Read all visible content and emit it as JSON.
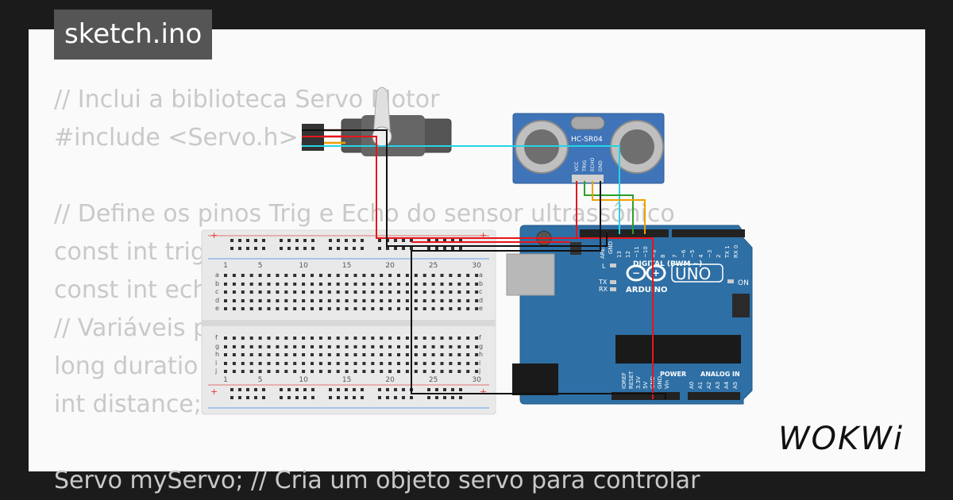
{
  "title": "sketch.ino",
  "code_lines": [
    "// Inclui a biblioteca Servo Motor",
    "#include <Servo.h>.",
    "",
    "// Define os pinos Trig e Echo do sensor ultrassônico",
    "const int trig",
    "const int ech",
    "// Variáveis p                              cia",
    "long duratio",
    "int distance;",
    "",
    "Servo myServo; // Cria um objeto servo para controlar"
  ],
  "sensor": {
    "label": "HC-SR04",
    "pins": [
      "VCC",
      "TRIG",
      "ECHO",
      "GND"
    ]
  },
  "arduino": {
    "model": "UNO",
    "brand": "ARDUINO",
    "on_label": "ON",
    "digital_label": "DIGITAL (PWM ~)",
    "aref": "AREF",
    "gnd": "GND",
    "digital_pins": [
      "13",
      "12",
      "~11",
      "~10",
      "~9",
      "8",
      "7",
      "~6",
      "~5",
      "4",
      "~3",
      "2",
      "TX 1",
      "RX 0"
    ],
    "l_label": "L",
    "tx_label": "TX",
    "rx_label": "RX",
    "power_label": "POWER",
    "analog_label": "ANALOG IN",
    "power_pins": [
      "IOREF",
      "RESET",
      "3.3V",
      "5V",
      "GND",
      "GND",
      "Vin"
    ],
    "analog_pins": [
      "A0",
      "A1",
      "A2",
      "A3",
      "A4",
      "A5"
    ]
  },
  "breadboard": {
    "col_numbers": [
      "1",
      "5",
      "10",
      "15",
      "20",
      "25",
      "30"
    ],
    "row_letters_top": [
      "a",
      "b",
      "c",
      "d",
      "e"
    ],
    "row_letters_bottom": [
      "f",
      "g",
      "h",
      "i",
      "j"
    ],
    "rail_plus": "+"
  },
  "brand": "WOKWi",
  "colors": {
    "wire_red": "#e8141b",
    "wire_black": "#111111",
    "wire_cyan": "#23d4e8",
    "wire_orange": "#f0a000",
    "wire_green": "#2aa02a",
    "arduino_blue": "#2e6fa5",
    "sensor_blue": "#3f74b8"
  }
}
